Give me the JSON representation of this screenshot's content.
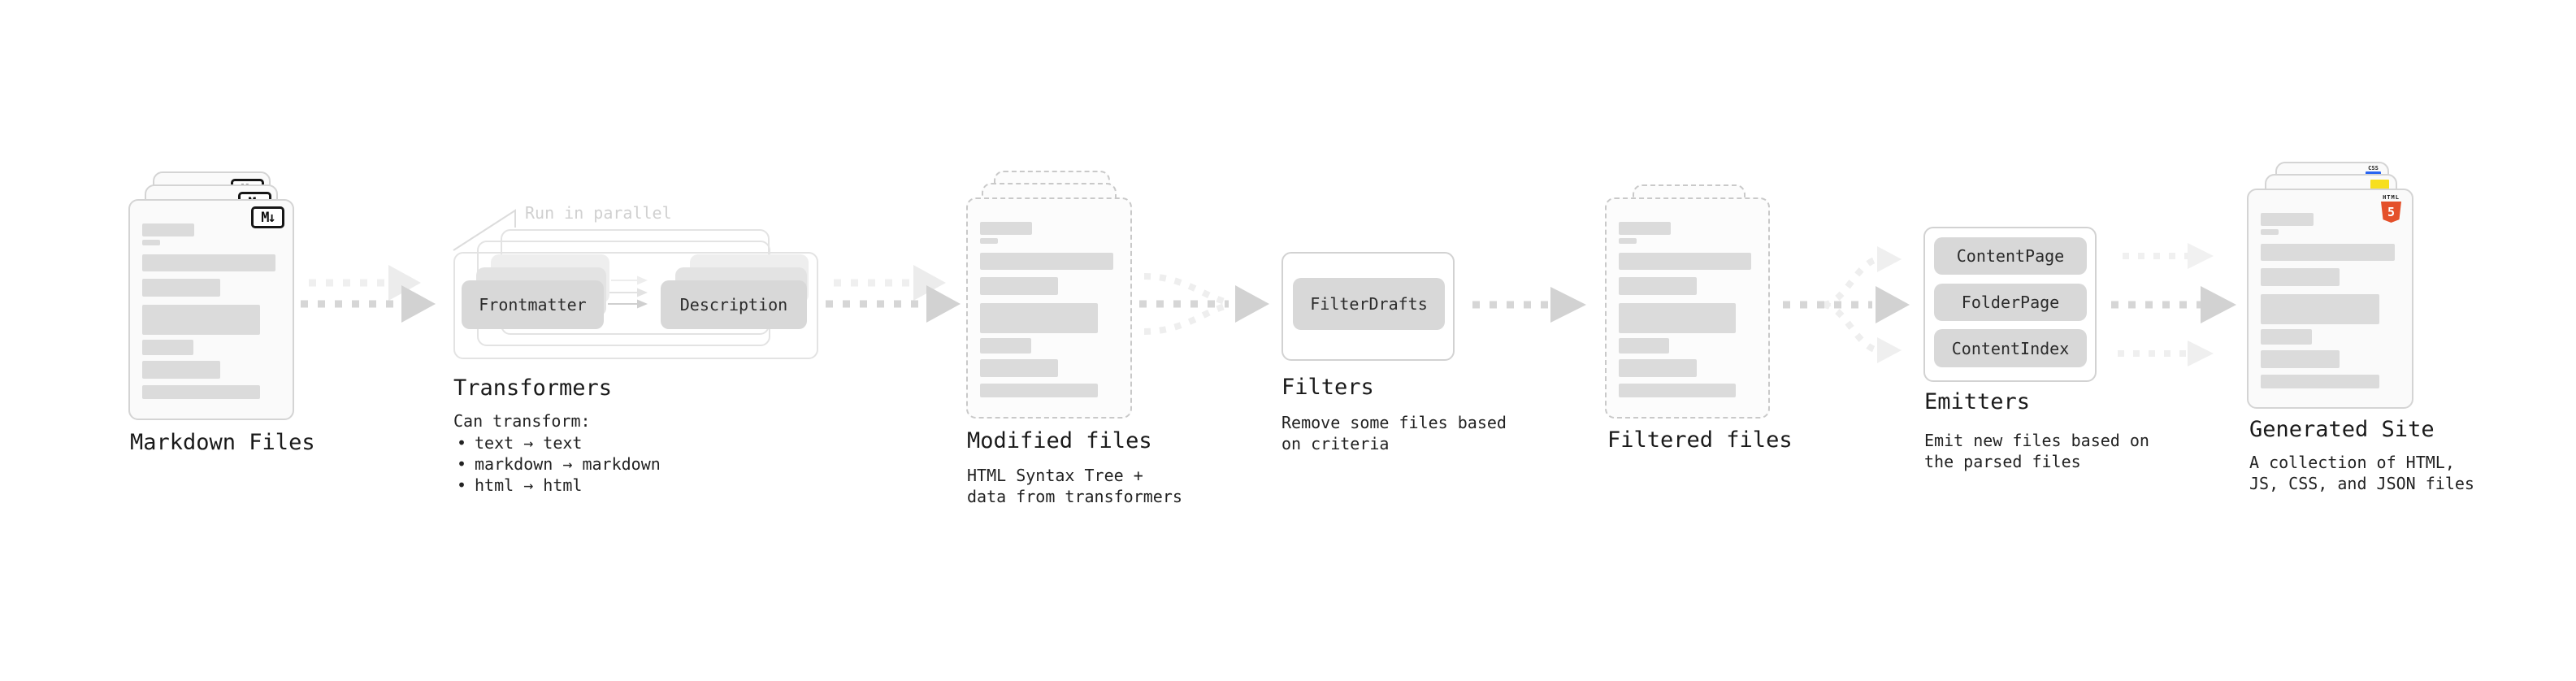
{
  "colors": {
    "html5_orange": "#e4502a",
    "js_yellow": "#f7df1e",
    "css_blue": "#2965f1",
    "card_border": "#d4d4d4",
    "dashed_border": "#c9c9c9",
    "pill_fill": "#d8d8d8",
    "skeleton_bar": "#dbdbdb",
    "arrow_dark": "#d6d6d6",
    "arrow_light": "#efefef",
    "label_text": "#1a1a1a",
    "annotation_text": "#d0d0d0"
  },
  "nodes": {
    "markdown_files": {
      "label": "Markdown Files",
      "badge": "M↓"
    },
    "transformers": {
      "label": "Transformers",
      "annotation": "Run in parallel",
      "pill_left": "Frontmatter",
      "pill_right": "Description",
      "can_transform_title": "Can transform:",
      "bullets": [
        "text → text",
        "markdown → markdown",
        "html → html"
      ]
    },
    "modified_files": {
      "label": "Modified files",
      "description": "HTML Syntax Tree +\ndata from transformers"
    },
    "filters": {
      "label": "Filters",
      "pill": "FilterDrafts",
      "description": "Remove some files based\non criteria"
    },
    "filtered_files": {
      "label": "Filtered files"
    },
    "emitters": {
      "label": "Emitters",
      "pills": [
        "ContentPage",
        "FolderPage",
        "ContentIndex"
      ],
      "description": "Emit new files based on\nthe parsed files"
    },
    "generated_site": {
      "label": "Generated Site",
      "description": "A collection of HTML,\nJS, CSS, and JSON files",
      "css_badge": "CSS",
      "html_badge_title": "HTML",
      "html_badge_number": "5"
    }
  }
}
